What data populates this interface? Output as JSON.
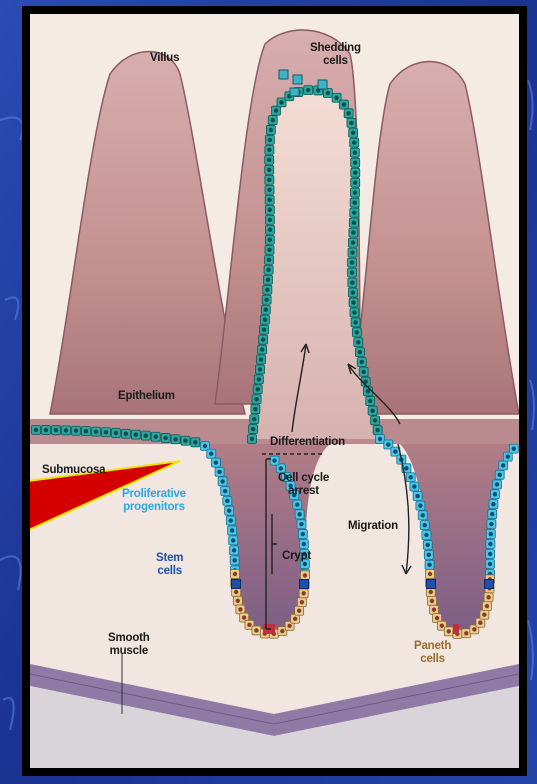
{
  "labels": {
    "villus": "Villus",
    "shedding": "Shedding\ncells",
    "epithelium": "Epithelium",
    "submucosa": "Submucosa",
    "proliferative": "Proliferative\nprogenitors",
    "stem": "Stem\ncells",
    "smooth_muscle": "Smooth\nmuscle",
    "differentiation": "Differentiation",
    "cell_cycle": "Cell cycle\narrest",
    "crypt": "Crypt",
    "migration": "Migration",
    "paneth": "Paneth\ncells"
  },
  "colors": {
    "slide_background": "#1e3a9a",
    "frame": "#000000",
    "panel": "#f4ebe2",
    "villus_tissue": "#c99a98",
    "crypt_lumen": "#8f6d8d",
    "epithelial_cell": "#2aa7a0",
    "stem_cell": "#1f4fa8",
    "paneth_cell": "#e8cc8e",
    "muscle_layer": "#8f7aa5",
    "pointer_fill": "#d40000",
    "pointer_outline": "#f2e600"
  }
}
